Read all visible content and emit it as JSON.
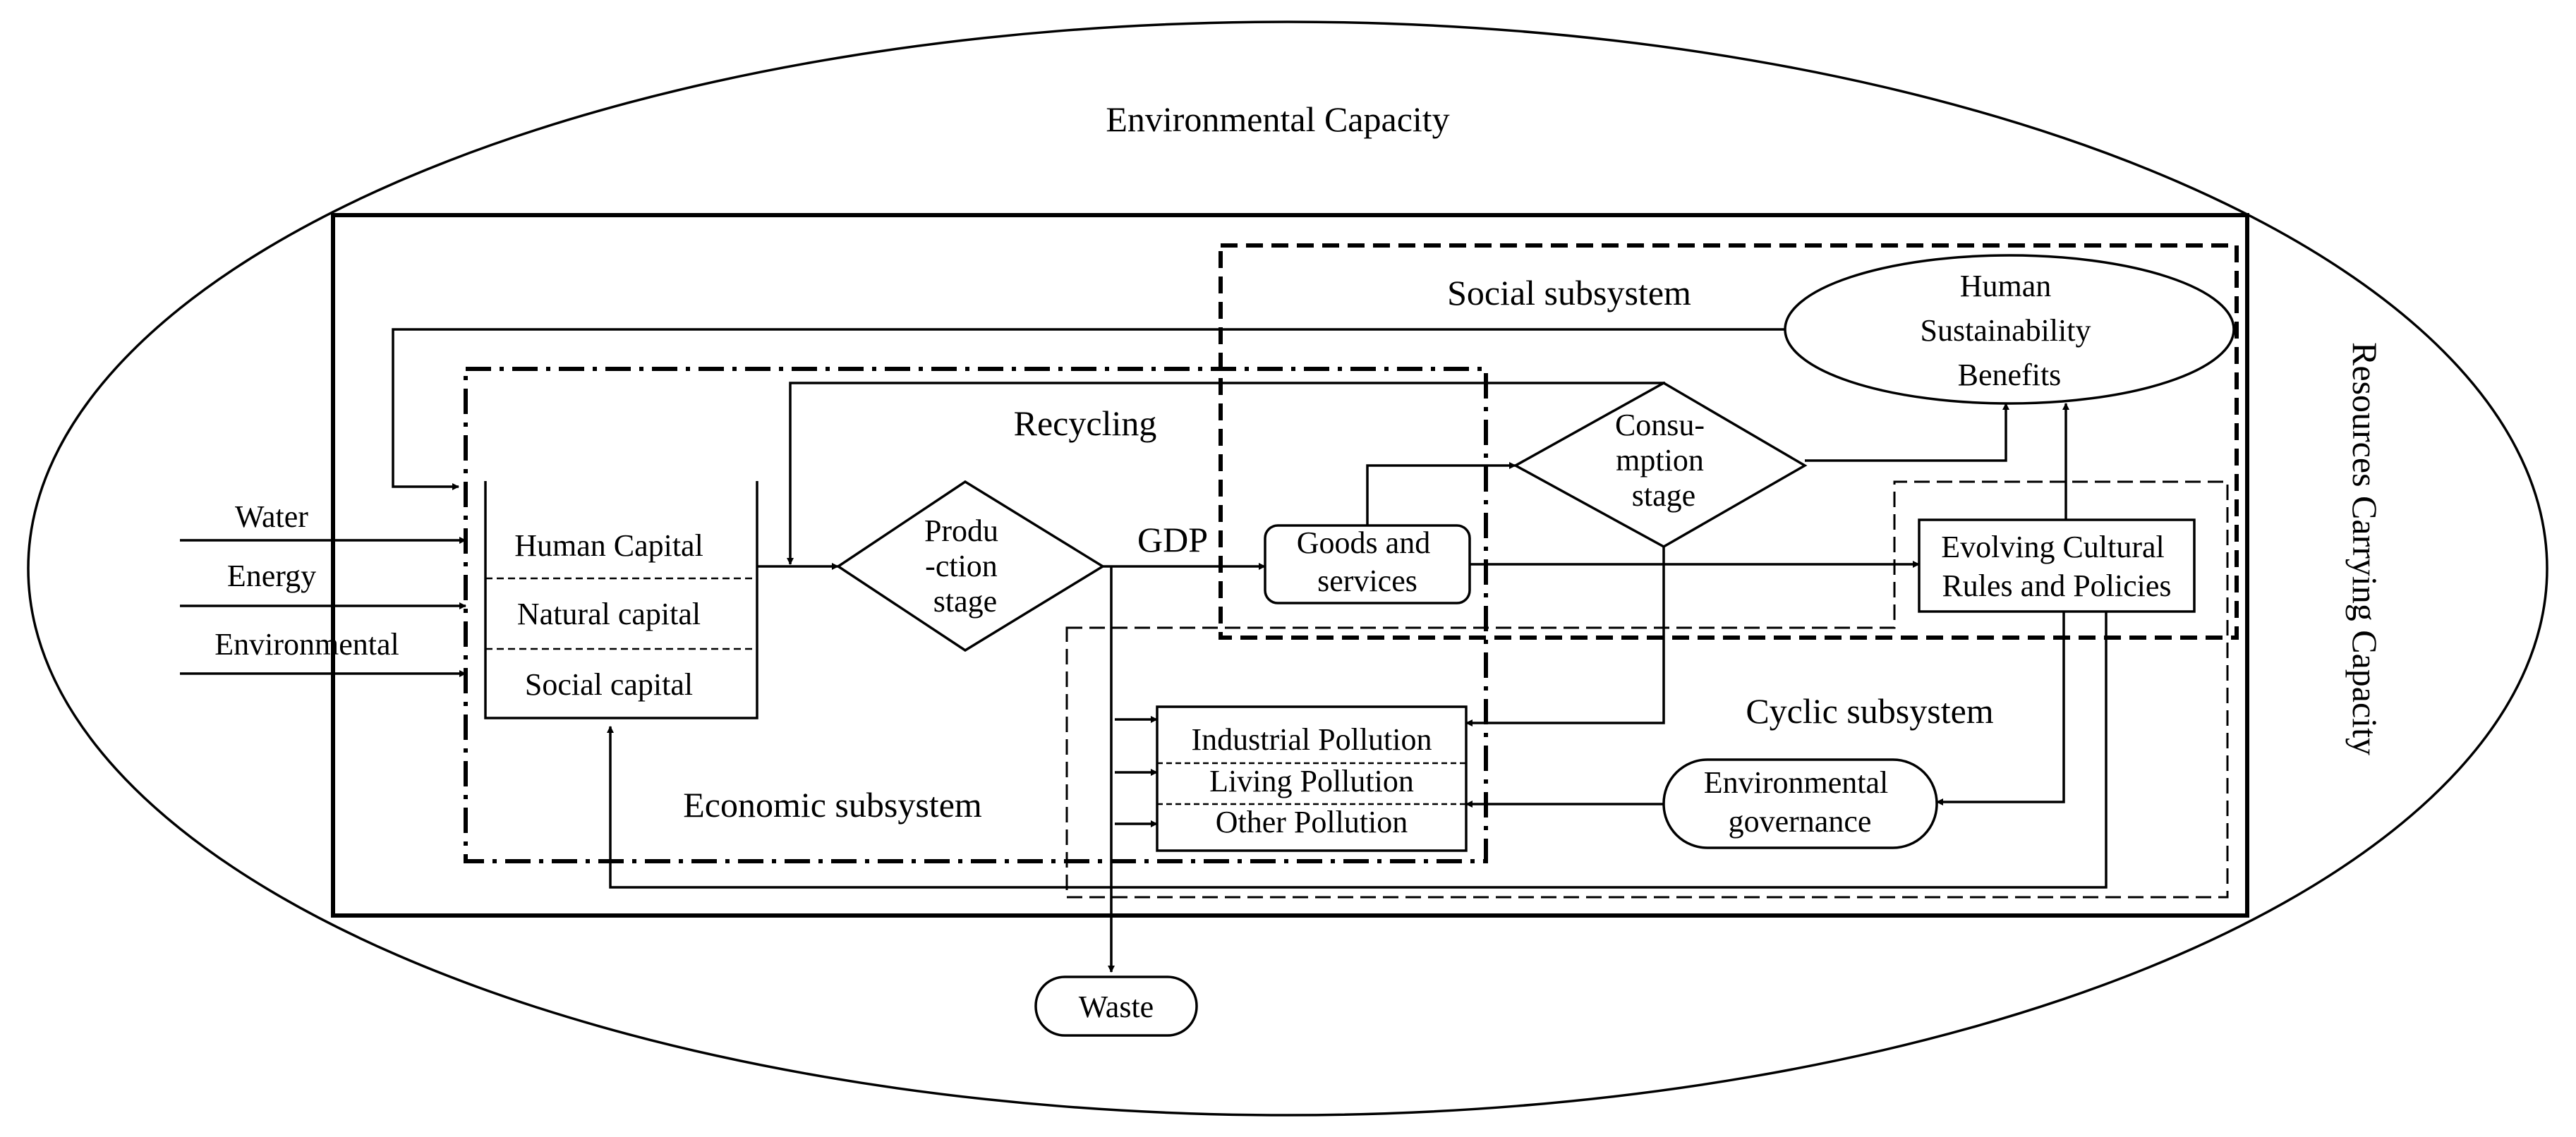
{
  "outer": {
    "environmental_capacity": "Environmental Capacity",
    "resources_carrying_capacity": "Resources Carrying Capacity"
  },
  "inputs": {
    "water": "Water",
    "energy": "Energy",
    "environmental": "Environmental"
  },
  "capital": {
    "human": "Human Capital",
    "natural": "Natural capital",
    "social": "Social capital"
  },
  "production": {
    "line1": "Produ",
    "line2": "-ction",
    "line3": "stage"
  },
  "gdp": "GDP",
  "goods": {
    "line1": "Goods and",
    "line2": "services"
  },
  "consumption": {
    "line1": "Consu-",
    "line2": "mption",
    "line3": "stage"
  },
  "benefits": {
    "line1": "Human",
    "line2": "Sustainability",
    "line3": "Benefits"
  },
  "policies": {
    "line1": "Evolving Cultural",
    "line2": "Rules and Policies"
  },
  "governance": {
    "line1": "Environmental",
    "line2": "governance"
  },
  "pollution": {
    "industrial": "Industrial Pollution",
    "living": "Living Pollution",
    "other": "Other Pollution"
  },
  "waste": "Waste",
  "subsystems": {
    "recycling": "Recycling",
    "social": "Social subsystem",
    "economic": "Economic subsystem",
    "cyclic": "Cyclic subsystem"
  }
}
